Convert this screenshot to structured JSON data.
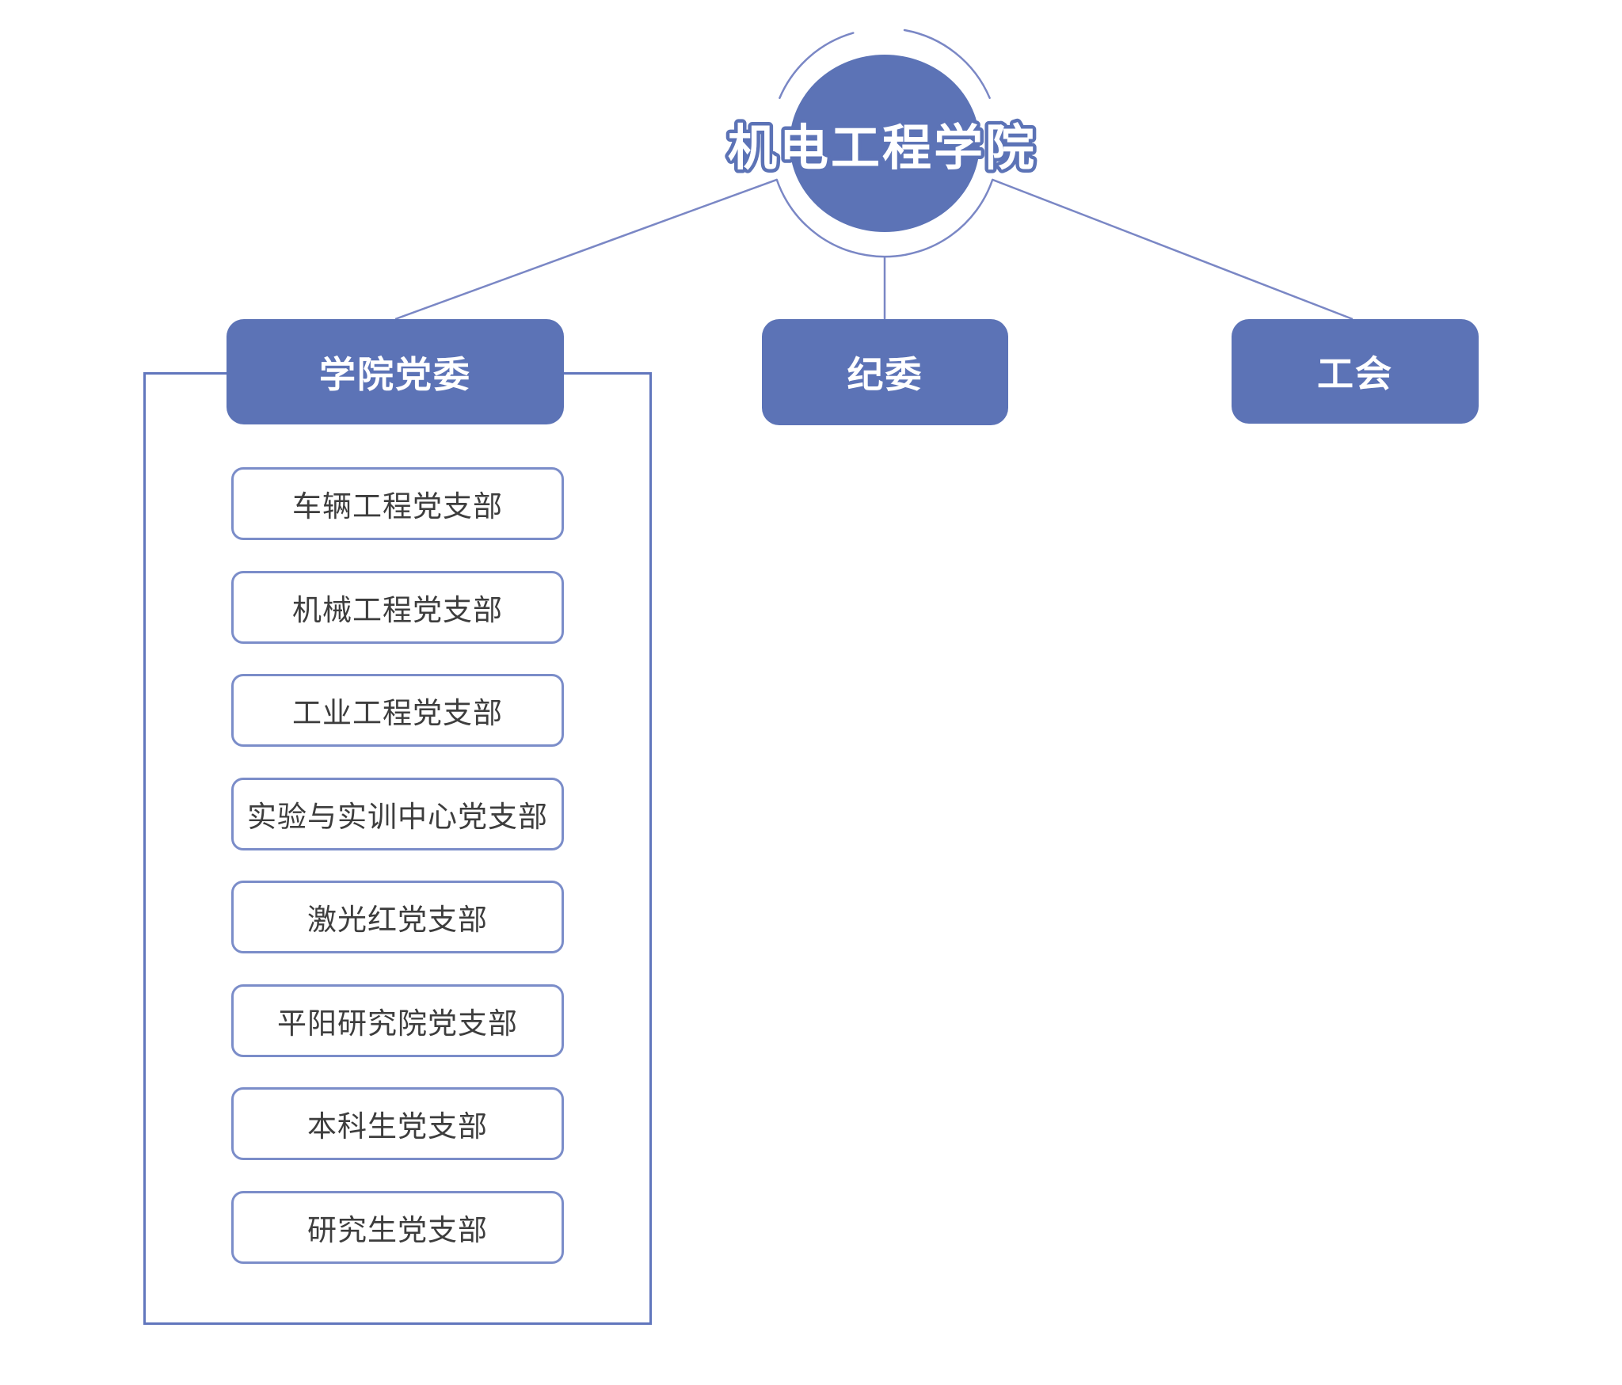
{
  "diagram": {
    "root": {
      "label": "机电工程学院"
    },
    "branches": [
      {
        "label": "学院党委"
      },
      {
        "label": "纪委"
      },
      {
        "label": "工会"
      }
    ],
    "party_branch_items": [
      "车辆工程党支部",
      "机械工程党支部",
      "工业工程党支部",
      "实验与实训中心党支部",
      "激光红党支部",
      "平阳研究院党支部",
      "本科生党支部",
      "研究生党支部"
    ],
    "colors": {
      "node_fill": "#5c73b6",
      "connector_stroke": "#7a87c5",
      "group_border": "#6176bd",
      "item_border": "#7b8dc9",
      "item_text": "#3d3d3d",
      "node_text": "#ffffff",
      "background": "#ffffff"
    }
  }
}
